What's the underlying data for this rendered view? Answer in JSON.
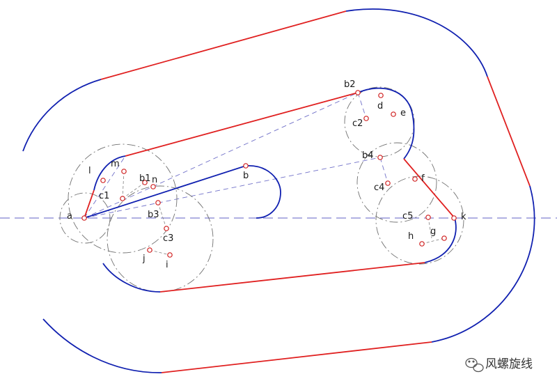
{
  "colors": {
    "red": "#e02020",
    "blue": "#1020b0",
    "dash_blue": "#8080d0",
    "construction": "#707070",
    "point": "#d02020"
  },
  "labels": {
    "a": "a",
    "b": "b",
    "b1": "b1",
    "b2": "b2",
    "b3": "b3",
    "b4": "b4",
    "c1": "c1",
    "c2": "c2",
    "c3": "c3",
    "c4": "c4",
    "c5": "c5",
    "d": "d",
    "e": "e",
    "f": "f",
    "g": "g",
    "h": "h",
    "i": "i",
    "j": "j",
    "k": "k",
    "l": "l",
    "m": "m",
    "n": "n"
  },
  "watermark": {
    "text": "风螺旋线",
    "icon": "wechat-icon"
  }
}
